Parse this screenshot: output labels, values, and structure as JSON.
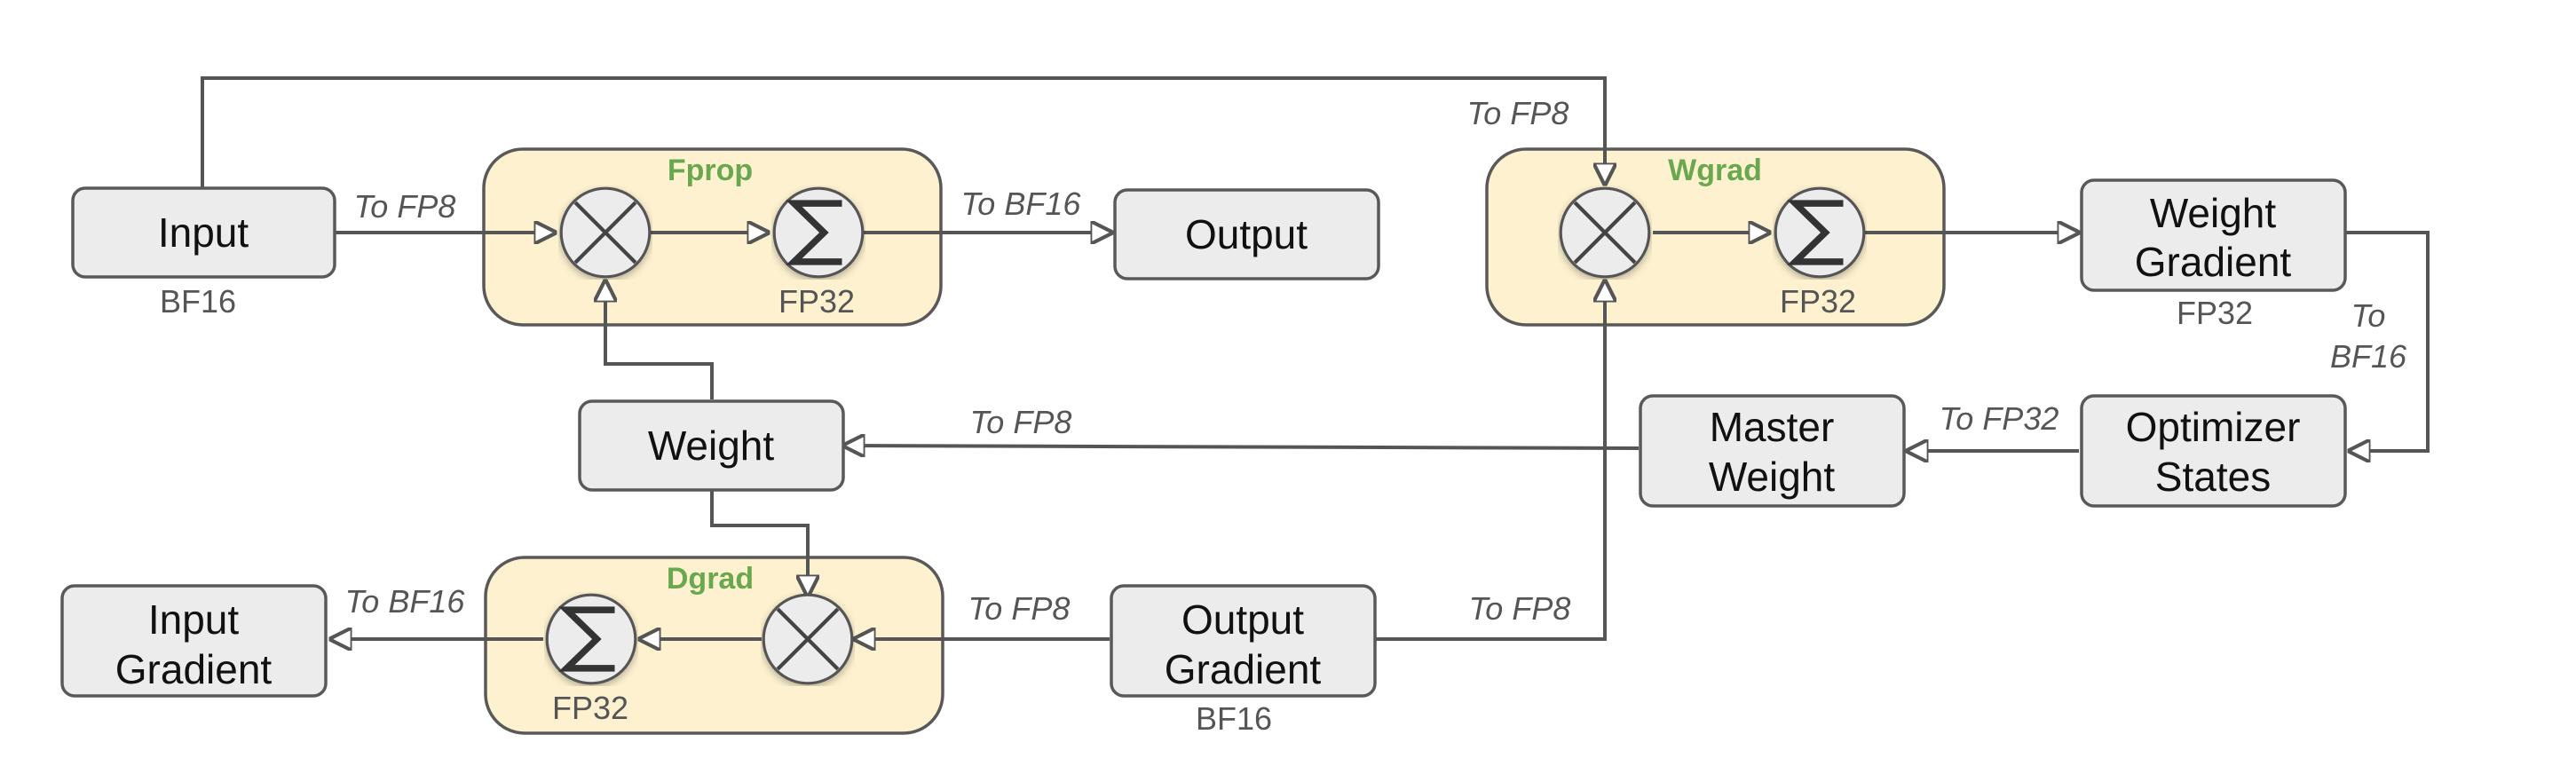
{
  "colors": {
    "node_fill": "#ececec",
    "node_stroke": "#595959",
    "stage_fill": "#fdf1cf",
    "stage_stroke": "#595959",
    "stage_title": "#6aa84f",
    "line": "#555555",
    "text": "#111111",
    "muted_text": "#555555"
  },
  "nodes": {
    "input": {
      "lines": [
        "Input"
      ]
    },
    "output": {
      "lines": [
        "Output"
      ]
    },
    "weight": {
      "lines": [
        "Weight"
      ]
    },
    "input_gradient": {
      "lines": [
        "Input",
        "Gradient"
      ]
    },
    "output_gradient": {
      "lines": [
        "Output",
        "Gradient"
      ]
    },
    "weight_gradient": {
      "lines": [
        "Weight",
        "Gradient"
      ]
    },
    "master_weight": {
      "lines": [
        "Master",
        "Weight"
      ]
    },
    "optimizer_states": {
      "lines": [
        "Optimizer",
        "States"
      ]
    }
  },
  "stages": {
    "fprop": {
      "title": "Fprop"
    },
    "wgrad": {
      "title": "Wgrad"
    },
    "dgrad": {
      "title": "Dgrad"
    }
  },
  "operator_icons": {
    "multiply": "multiply-icon",
    "sum": "sigma-icon"
  },
  "dtype_labels": {
    "input": "BF16",
    "fprop_sum": "FP32",
    "wgrad_sum": "FP32",
    "weight_gradient": "FP32",
    "dgrad_sum": "FP32",
    "output_gradient": "BF16"
  },
  "edge_labels": {
    "input_to_fprop": "To FP8",
    "fprop_to_output": "To BF16",
    "input_to_wgrad": "To FP8",
    "weight_gradient_to_optimizer": [
      "To",
      "BF16"
    ],
    "optimizer_to_master": "To FP32",
    "master_to_weight": "To FP8",
    "dgrad_to_input_gradient": "To BF16",
    "output_gradient_to_dgrad": "To FP8",
    "output_gradient_to_wgrad": "To FP8"
  }
}
